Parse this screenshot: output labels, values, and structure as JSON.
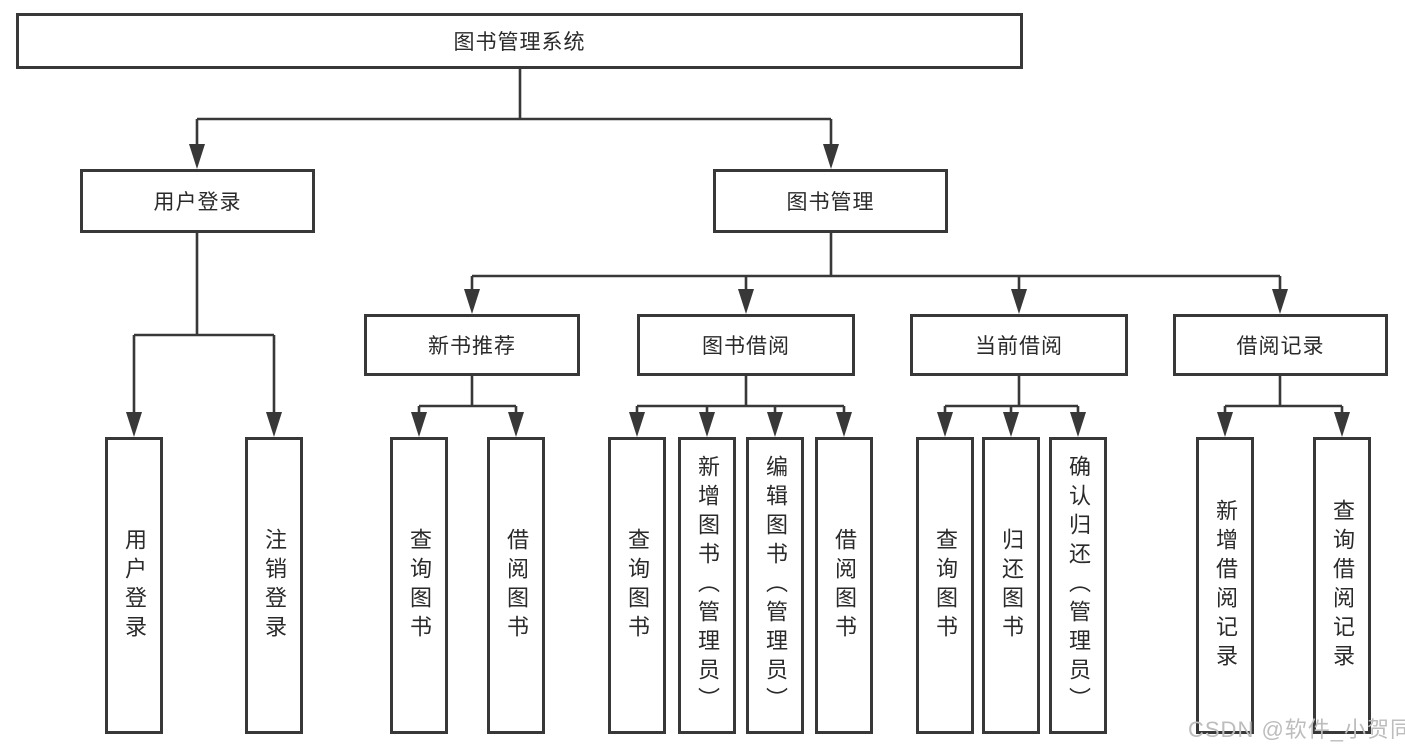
{
  "diagram": {
    "root": {
      "label": "图书管理系统",
      "children": [
        {
          "label": "用户登录",
          "children": [
            {
              "label": "用户登录"
            },
            {
              "label": "注销登录"
            }
          ]
        },
        {
          "label": "图书管理",
          "children": [
            {
              "label": "新书推荐",
              "children": [
                {
                  "label": "查询图书"
                },
                {
                  "label": "借阅图书"
                }
              ]
            },
            {
              "label": "图书借阅",
              "children": [
                {
                  "label": "查询图书"
                },
                {
                  "label": "新增图书（管理员）"
                },
                {
                  "label": "编辑图书（管理员）"
                },
                {
                  "label": "借阅图书"
                }
              ]
            },
            {
              "label": "当前借阅",
              "children": [
                {
                  "label": "查询图书"
                },
                {
                  "label": "归还图书"
                },
                {
                  "label": "确认归还（管理员）"
                }
              ]
            },
            {
              "label": "借阅记录",
              "children": [
                {
                  "label": "新增借阅记录"
                },
                {
                  "label": "查询借阅记录"
                }
              ]
            }
          ]
        }
      ]
    }
  },
  "watermark": {
    "text": "CSDN @软件_小贺同学"
  },
  "colors": {
    "line": "#383838",
    "text": "#2a2a2a",
    "watermark": "#bdbdbd",
    "background": "#ffffff"
  }
}
